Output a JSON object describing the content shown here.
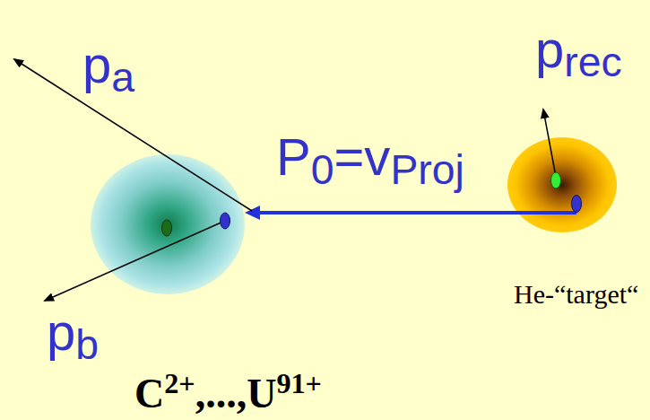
{
  "diagram": {
    "nodes": [
      {
        "text": [
          "C2+,...,U91+"
        ]
      },
      {
        "text": [
          "He-“target“"
        ]
      }
    ],
    "edges": [
      {
        "from": 1,
        "to": 0,
        "arrow": "to",
        "label": "P0=vProj"
      }
    ],
    "labels": [
      "pa",
      "pb",
      "prec"
    ]
  }
}
